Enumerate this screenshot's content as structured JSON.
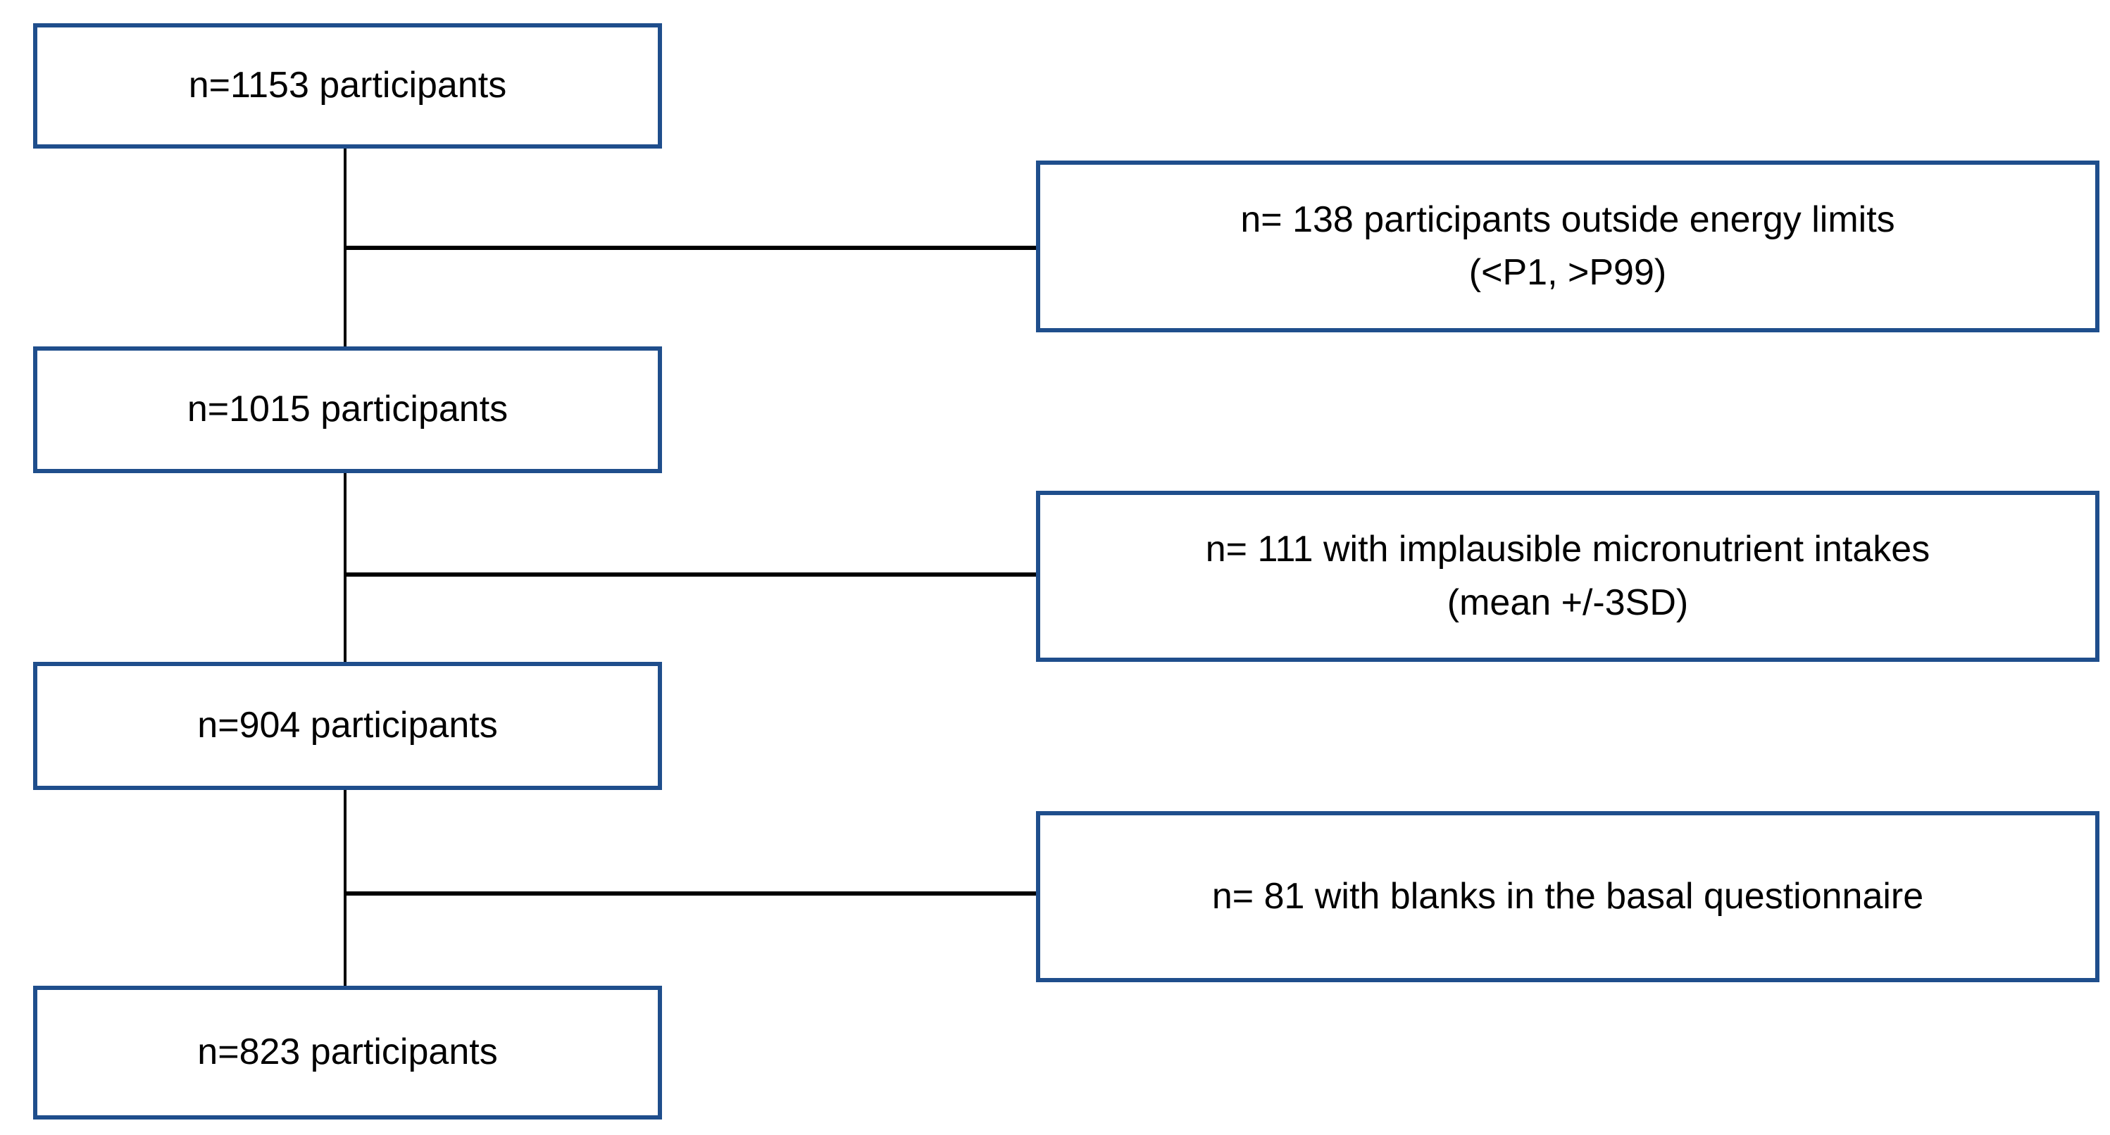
{
  "diagram": {
    "type": "participant-flowchart",
    "colors": {
      "box_border": "#1F4E8C",
      "box_fill": "#FFFFFF",
      "connector": "#000000",
      "text": "#000000",
      "background": "#FFFFFF"
    },
    "main_boxes": [
      {
        "label": "n=1153 participants"
      },
      {
        "label": "n=1015 participants"
      },
      {
        "label": "n=904 participants"
      },
      {
        "label": "n=823 participants"
      }
    ],
    "exclusion_boxes": [
      {
        "line1": "n= 138 participants outside energy limits",
        "line2": "(<P1, >P99)"
      },
      {
        "line1": "n= 111 with implausible micronutrient intakes",
        "line2": "(mean +/-3SD)"
      },
      {
        "line1": "n= 81 with blanks in the basal questionnaire",
        "line2": ""
      }
    ]
  }
}
